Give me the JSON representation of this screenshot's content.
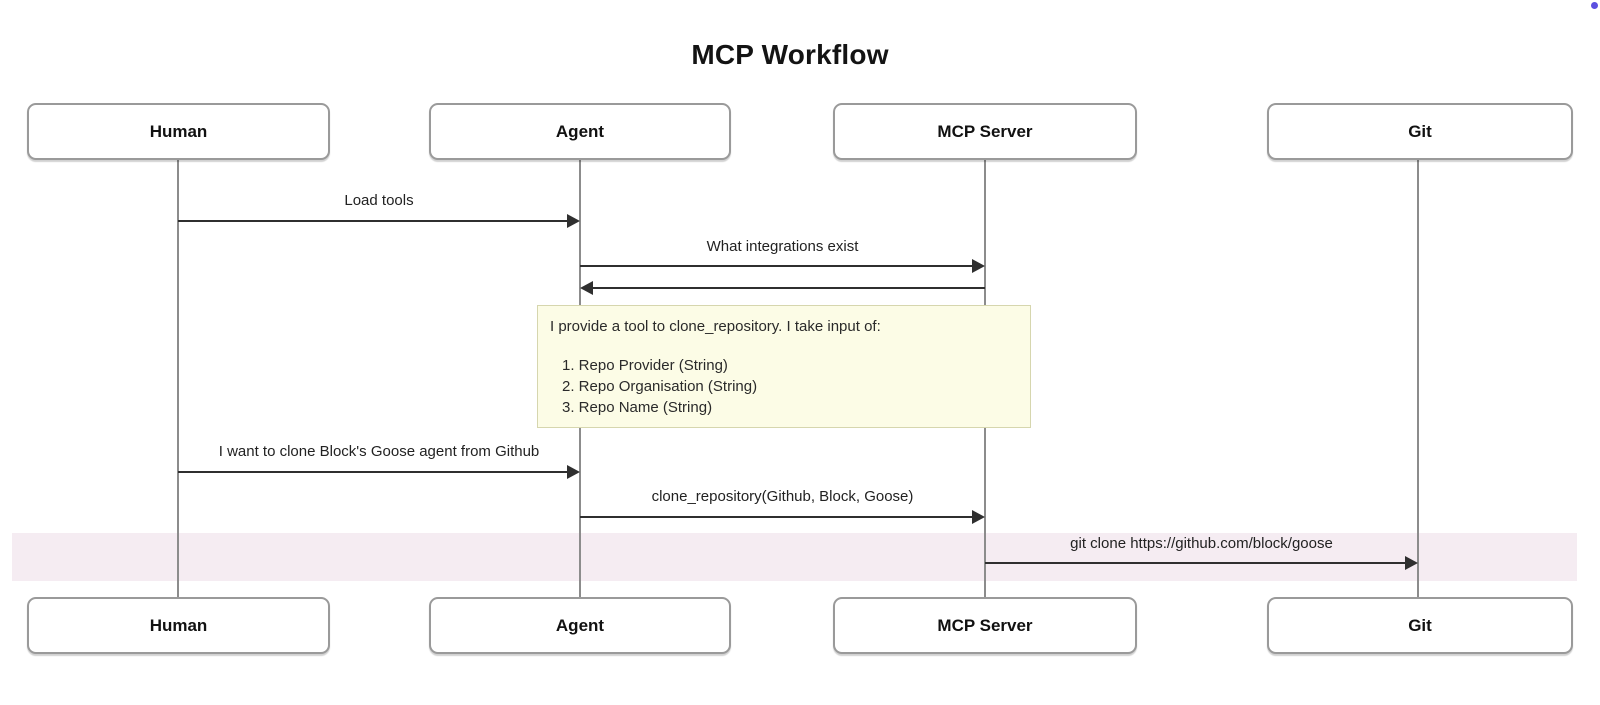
{
  "title": "MCP Workflow",
  "participants": [
    {
      "label": "Human"
    },
    {
      "label": "Agent"
    },
    {
      "label": "MCP Server"
    },
    {
      "label": "Git"
    }
  ],
  "messages": [
    {
      "from": "Human",
      "to": "Agent",
      "label": "Load tools"
    },
    {
      "from": "Agent",
      "to": "MCP Server",
      "label": "What integrations exist"
    },
    {
      "from": "MCP Server",
      "to": "Agent",
      "label": ""
    },
    {
      "from": "Human",
      "to": "Agent",
      "label": "I want to clone Block's Goose agent from Github"
    },
    {
      "from": "Agent",
      "to": "MCP Server",
      "label": "clone_repository(Github, Block, Goose)"
    },
    {
      "from": "MCP Server",
      "to": "Git",
      "label": "git clone https://github.com/block/goose"
    }
  ],
  "note": {
    "intro": "I provide a tool to clone_repository. I take input of:",
    "items": [
      "1. Repo Provider (String)",
      "2. Repo Organisation (String)",
      "3. Repo Name (String)"
    ]
  },
  "colors": {
    "note_fill": "#fcfce6",
    "note_border": "#d6d6ae",
    "highlight_band": "#f5ecf2",
    "lifeline": "#8c8c8c",
    "arrow": "#2f2f2f",
    "actor_border": "#9a9a9a",
    "corner_dot": "#5b50e0"
  }
}
